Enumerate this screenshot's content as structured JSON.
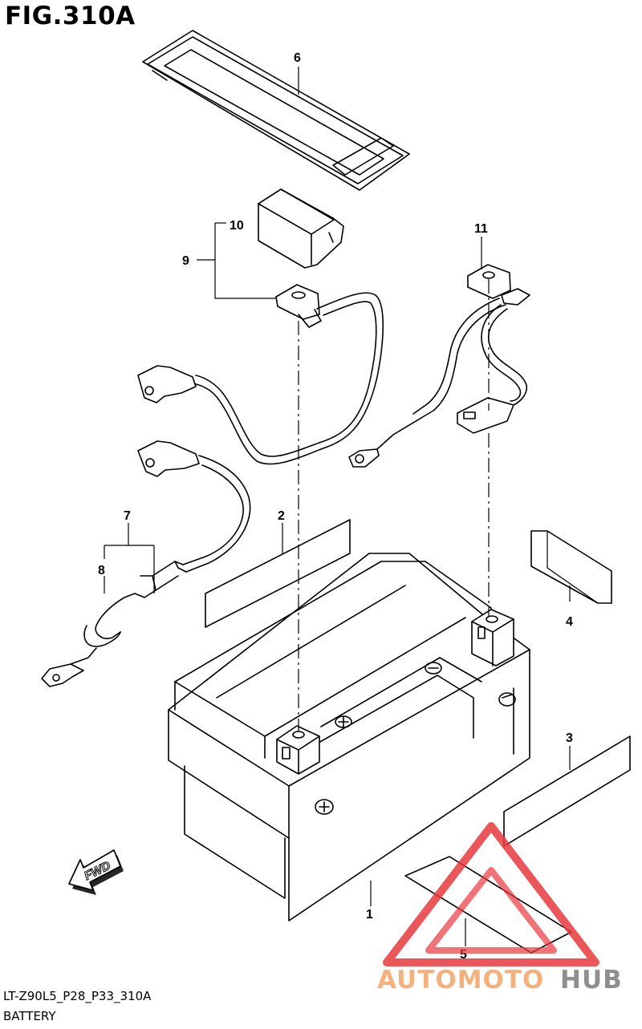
{
  "figure": {
    "title": "FIG.310A",
    "code": "LT-Z90L5_P28_P33_310A",
    "description": "BATTERY"
  },
  "callouts": [
    "1",
    "2",
    "3",
    "4",
    "5",
    "6",
    "7",
    "8",
    "9",
    "10",
    "11"
  ],
  "direction_label": "FWD",
  "watermark": {
    "part1": "AUTOMOTO",
    "part2": "HUB"
  },
  "colors": {
    "line": "#000000",
    "watermark_red": "#e8383d",
    "watermark_orange": "#f3b17e",
    "watermark_gray": "#8f8f8f"
  }
}
